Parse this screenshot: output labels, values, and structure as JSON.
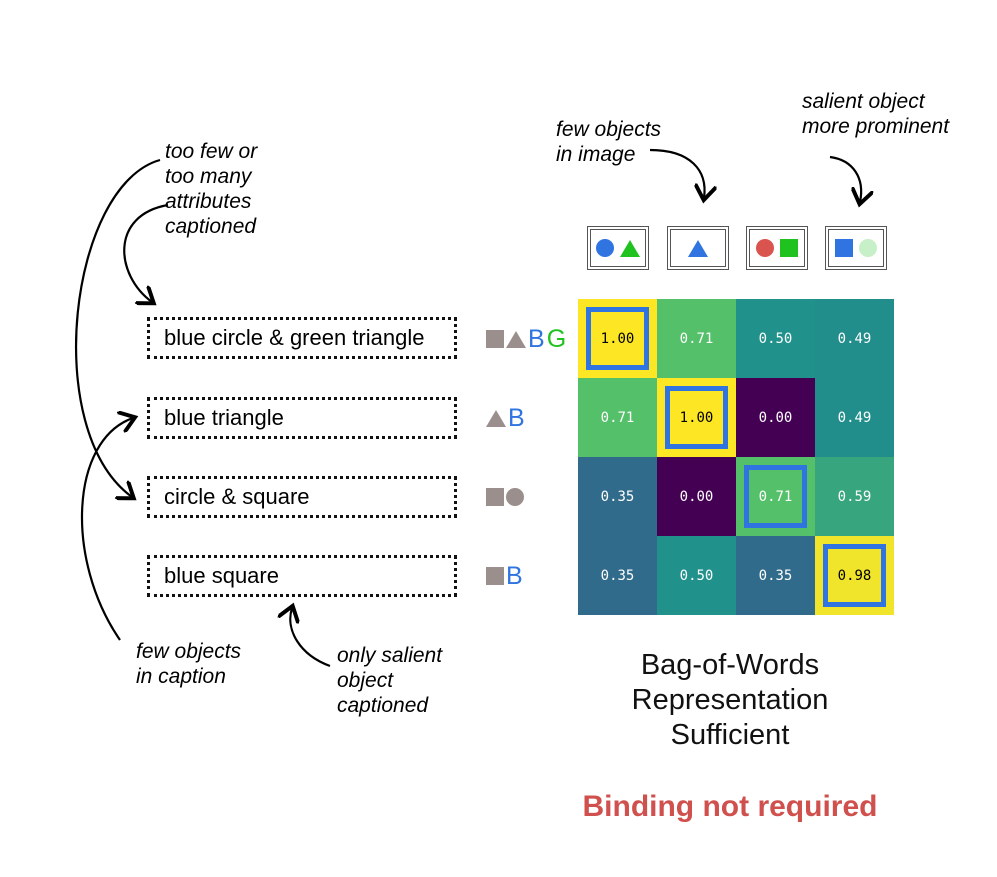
{
  "annotations": {
    "top_left": "too few or\ntoo many\nattributes\ncaptioned",
    "top_image": "few objects\nin image",
    "top_right": "salient object\nmore prominent",
    "bottom_left": "few objects\nin caption",
    "bottom_middle": "only salient\nobject\ncaptioned"
  },
  "captions": [
    {
      "text": "blue circle & green triangle",
      "tokens": [
        "square",
        "triangle",
        "B",
        "G"
      ]
    },
    {
      "text": "blue triangle",
      "tokens": [
        "triangle",
        "B"
      ]
    },
    {
      "text": "circle & square",
      "tokens": [
        "square",
        "circle"
      ]
    },
    {
      "text": "blue square",
      "tokens": [
        "square",
        "B"
      ]
    }
  ],
  "token_letters": {
    "B": "B",
    "G": "G"
  },
  "images": [
    {
      "objects": [
        "blue-circle",
        "green-triangle"
      ]
    },
    {
      "objects": [
        "blue-triangle"
      ]
    },
    {
      "objects": [
        "red-circle",
        "green-square"
      ]
    },
    {
      "objects": [
        "blue-square",
        "light-green-circle"
      ]
    }
  ],
  "colors": {
    "blue": "#2f74e0",
    "green": "#1fc21f",
    "red": "#d9534f",
    "light_green": "#c8f0c8",
    "gray_token": "#9a8f8c",
    "highlight": "#2f74e0",
    "red_label": "#d0504e"
  },
  "chart_data": {
    "type": "heatmap",
    "rows": [
      "blue circle & green triangle",
      "blue triangle",
      "circle & square",
      "blue square"
    ],
    "values": [
      [
        "1.00",
        "0.71",
        "0.50",
        "0.49"
      ],
      [
        "0.71",
        "1.00",
        "0.00",
        "0.49"
      ],
      [
        "0.35",
        "0.00",
        "0.71",
        "0.59"
      ],
      [
        "0.35",
        "0.50",
        "0.35",
        "0.98"
      ]
    ],
    "colormap": "viridis",
    "highlighted_diagonal": true
  },
  "labels": {
    "bow_line1": "Bag-of-Words",
    "bow_line2": "Representation",
    "bow_line3": "Sufficient",
    "binding": "Binding not required"
  }
}
